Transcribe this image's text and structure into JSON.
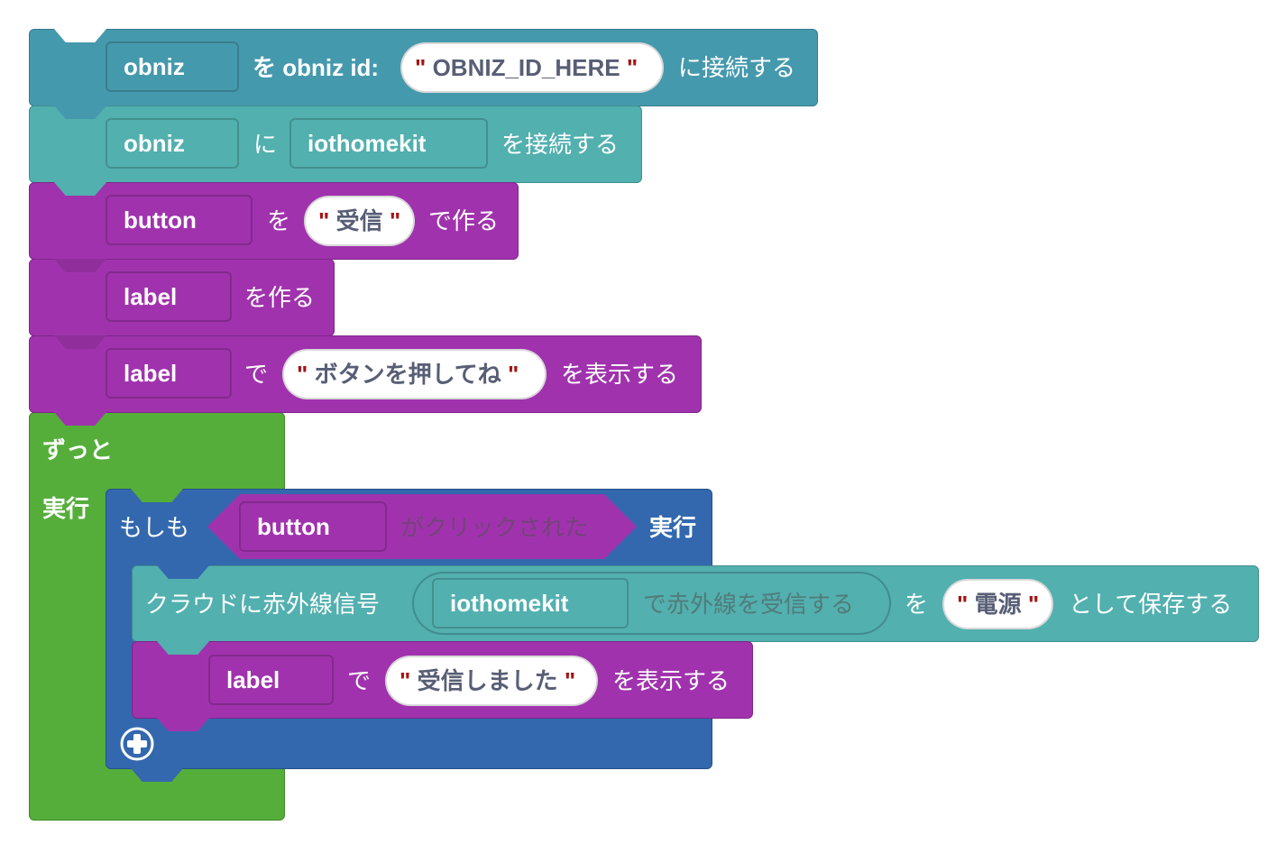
{
  "colors": {
    "obniz": "#4599AD",
    "iot": "#52B0AF",
    "ui": "#A033AD",
    "loop": "#55AE3A",
    "logic": "#3368AE"
  },
  "b1": {
    "var": "obniz",
    "text1": "を obniz id:",
    "value": "OBNIZ_ID_HERE",
    "text2": "に接続する"
  },
  "b2": {
    "var": "obniz",
    "text1": "に",
    "var2": "iothomekit",
    "text2": "を接続する"
  },
  "b3": {
    "var": "button",
    "text1": "を",
    "value": "受信",
    "text2": "で作る"
  },
  "b4": {
    "var": "label",
    "text1": "を作る"
  },
  "b5": {
    "var": "label",
    "text1": "で",
    "value": "ボタンを押してね",
    "text2": "を表示する"
  },
  "forever": {
    "label": "ずっと",
    "do": "実行"
  },
  "ifblock": {
    "if": "もしも",
    "cond_var": "button",
    "cond_text": "がクリックされた",
    "then": "実行"
  },
  "cloud": {
    "text1": "クラウドに赤外線信号",
    "var": "iothomekit",
    "inner_text": "で赤外線を受信する",
    "text2": "を",
    "value": "電源",
    "text3": "として保存する"
  },
  "b6": {
    "var": "label",
    "text1": "で",
    "value": "受信しました",
    "text2": "を表示する"
  },
  "quote": "\""
}
